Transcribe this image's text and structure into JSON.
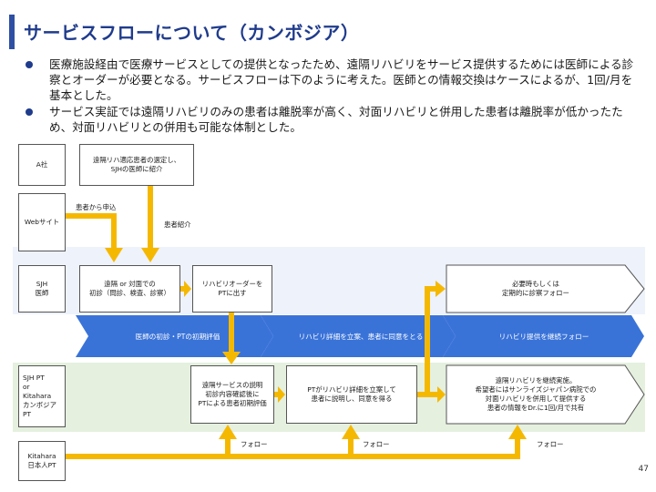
{
  "title": "サービスフローについて（カンボジア）",
  "bullets": [
    "医療施設経由で医療サービスとしての提供となったため、遠隔リハビリをサービス提供するためには医師による診察とオーダーが必要となる。サービスフローは下のように考えた。医師との情報交換はケースによるが、1回/月を基本とした。",
    "サービス実証では遠隔リハビリのみの患者は離脱率が高く、対面リハビリと併用した患者は離脱率が低かったため、対面リハビリとの併用も可能な体制とした。"
  ],
  "lanes": {
    "a": "A社",
    "web": "Webサイト",
    "sjh": "SJH\n医師",
    "pt": "SJH PT\nor\nKitahara\nカンボジアPT",
    "jp": "Kitahara\n日本人PT"
  },
  "boxes": {
    "select": "遠隔リハ適応患者の選定し、\nSJHの医師に紹介",
    "exam": "遠隔 or 対面での\n初診（問診、検査、診察）",
    "order": "リハビリオーダーを\nPTに出す",
    "followup": "必要時もしくは\n定期的に診察フォロー",
    "explain": "遠隔サービスの説明\n初診内容確認後に\nPTによる患者初期評価",
    "plan": "PTがリハビリ詳細を立案して\n患者に説明し、同意を得る",
    "continue": "遠隔リハビリを継続実施。\n希望者にはサンライズジャパン病院での\n対面リハビリを併用して提供する\n患者の情報をDr.に1回/月で共有"
  },
  "labels": {
    "apply": "患者から申込",
    "refer": "患者紹介",
    "follow": "フォロー"
  },
  "phases": [
    "医師の初診・PTの初期評価",
    "リハビリ詳細を立案、患者に同意をとる",
    "リハビリ提供を継続フォロー"
  ],
  "page_number": "47",
  "colors": {
    "title": "#1f3b8c",
    "phase_arrow": "#3a73d8",
    "flow_arrow": "#f5b800",
    "band_blue": "#eef2fb",
    "band_green": "#e5f0df"
  }
}
